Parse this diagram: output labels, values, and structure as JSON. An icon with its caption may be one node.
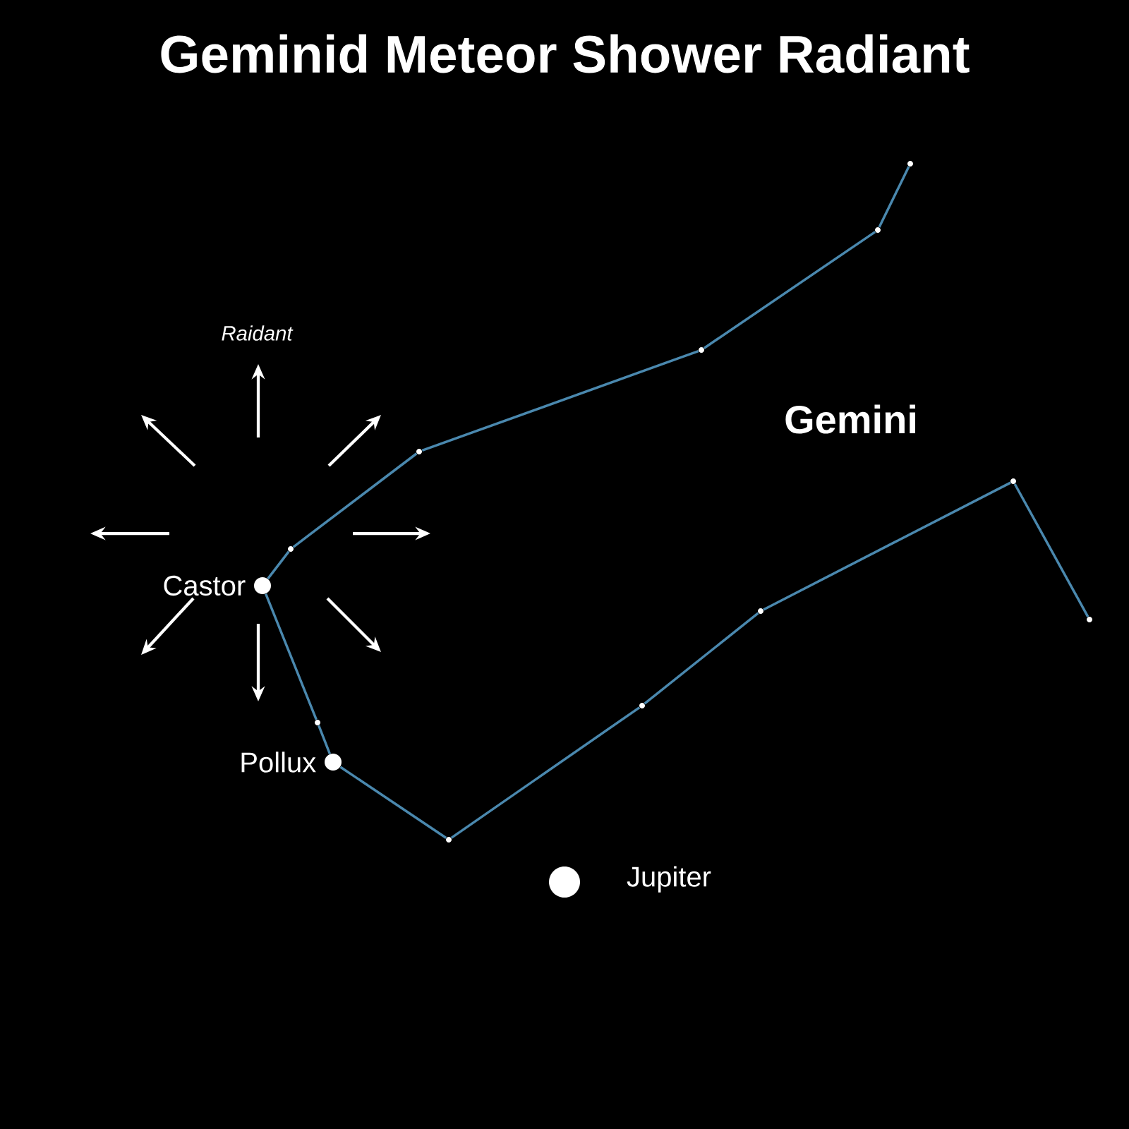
{
  "diagram": {
    "title": "Geminid Meteor Shower Radiant",
    "nodes": [
      {
        "text": [],
        "shape": "circle",
        "beside": [
          "Castor"
        ]
      },
      {
        "text": [],
        "shape": "circle"
      },
      {
        "text": [],
        "shape": "circle"
      },
      {
        "text": [],
        "shape": "circle",
        "beside": [
          "Pollux"
        ]
      },
      {
        "text": [],
        "shape": "circle"
      },
      {
        "text": [],
        "shape": "circle"
      },
      {
        "text": [],
        "shape": "circle"
      },
      {
        "text": [],
        "shape": "circle"
      },
      {
        "text": [],
        "shape": "circle"
      },
      {
        "text": [],
        "shape": "circle"
      },
      {
        "text": [],
        "shape": "circle"
      },
      {
        "text": [],
        "shape": "circle"
      },
      {
        "text": [],
        "shape": "circle"
      }
    ],
    "edges": [
      {
        "from": 0,
        "to": 1,
        "arrow": "none"
      },
      {
        "from": 1,
        "to": 4,
        "arrow": "none"
      },
      {
        "from": 4,
        "to": 7,
        "arrow": "none"
      },
      {
        "from": 7,
        "to": 9,
        "arrow": "none"
      },
      {
        "from": 9,
        "to": 10,
        "arrow": "none"
      },
      {
        "from": 0,
        "to": 2,
        "arrow": "none"
      },
      {
        "from": 2,
        "to": 3,
        "arrow": "none"
      },
      {
        "from": 3,
        "to": 5,
        "arrow": "none"
      },
      {
        "from": 5,
        "to": 6,
        "arrow": "none"
      },
      {
        "from": 6,
        "to": 8,
        "arrow": "none"
      },
      {
        "from": 8,
        "to": 11,
        "arrow": "none"
      },
      {
        "from": 11,
        "to": 12,
        "arrow": "none"
      }
    ],
    "labels": [
      "Raidant",
      "Gemini",
      "Jupiter"
    ]
  }
}
